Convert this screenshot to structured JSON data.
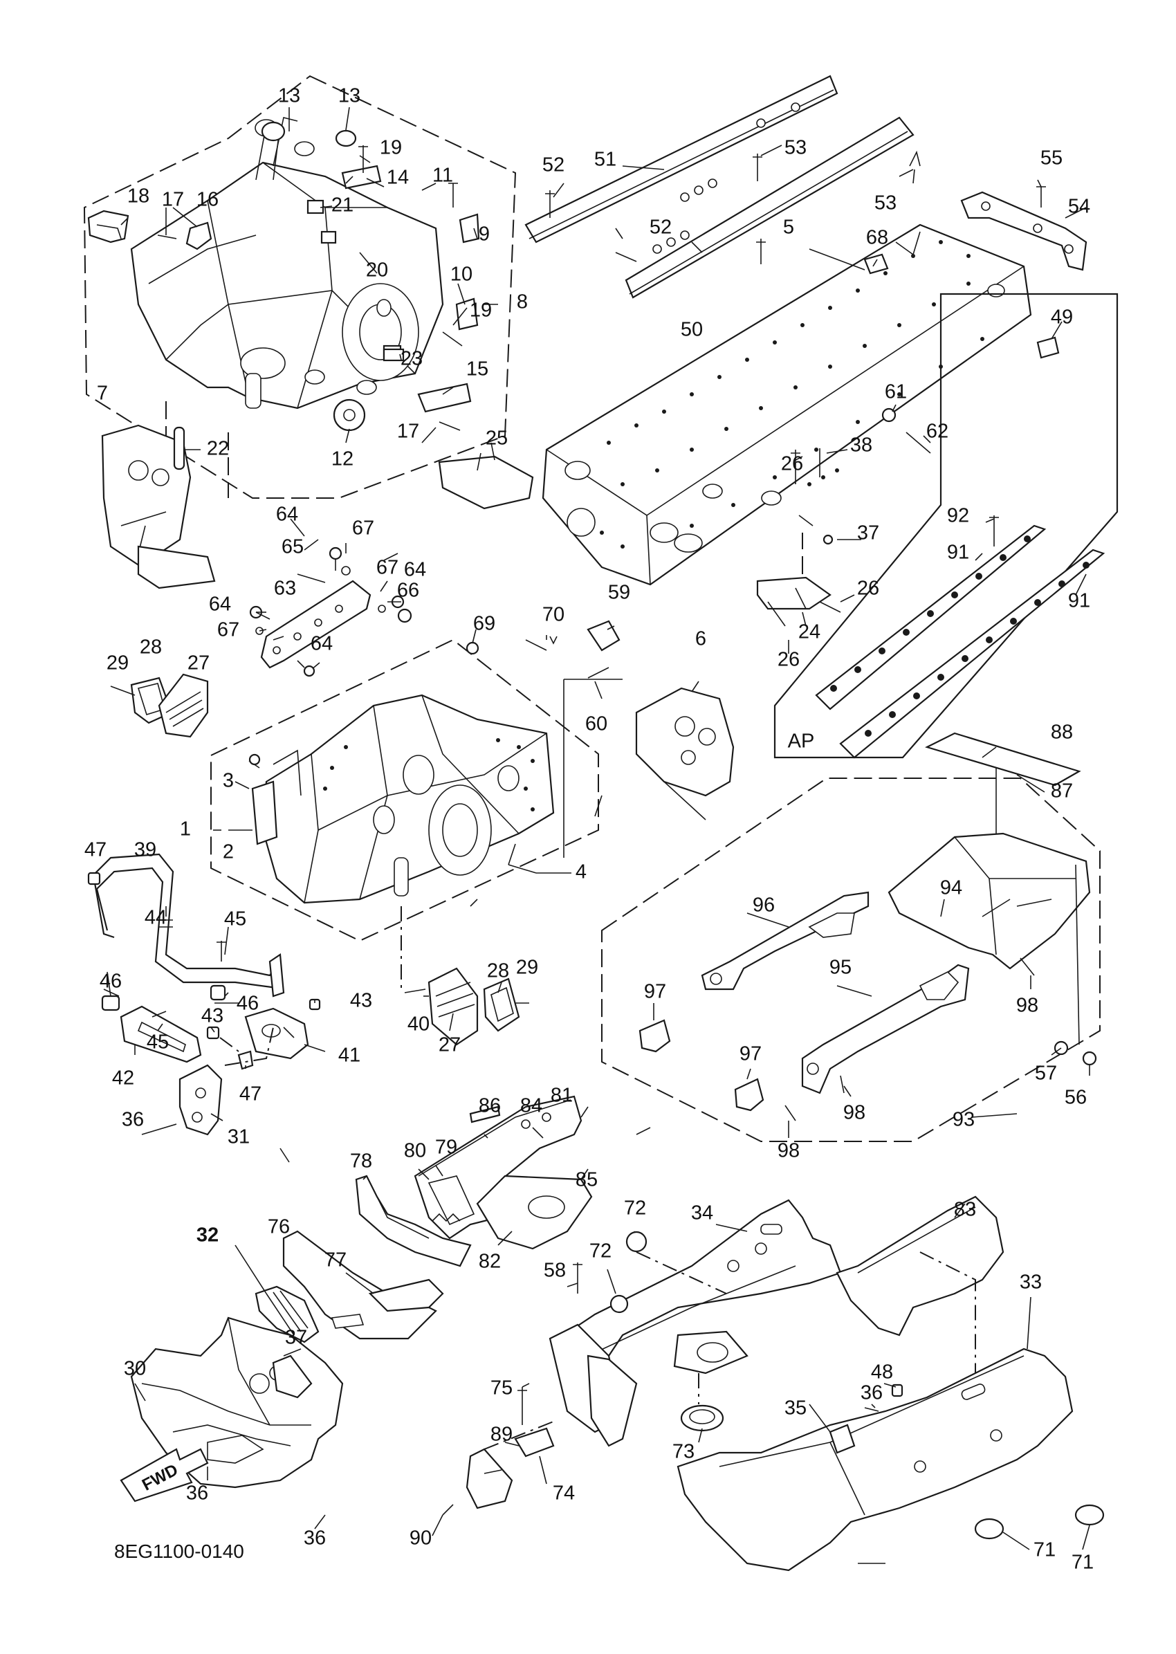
{
  "diagram": {
    "code": "8EG1100-0140",
    "fwd": "FWD",
    "ap": "AP",
    "labels": {
      "n1": "1",
      "n2": "2",
      "n3": "3",
      "n4": "4",
      "n5": "5",
      "n6": "6",
      "n7": "7",
      "n8": "8",
      "n9": "9",
      "n10": "10",
      "n11": "11",
      "n12": "12",
      "n13a": "13",
      "n13b": "13",
      "n14": "14",
      "n15": "15",
      "n16": "16",
      "n17a": "17",
      "n17b": "17",
      "n18": "18",
      "n19a": "19",
      "n19b": "19",
      "n20": "20",
      "n21": "21",
      "n22": "22",
      "n23": "23",
      "n24": "24",
      "n25": "25",
      "n26a": "26",
      "n26b": "26",
      "n26c": "26",
      "n27a": "27",
      "n27b": "27",
      "n28a": "28",
      "n28b": "28",
      "n29a": "29",
      "n29b": "29",
      "n30": "30",
      "n31": "31",
      "n32": "32",
      "n33": "33",
      "n34": "34",
      "n35": "35",
      "n36a": "36",
      "n36b": "36",
      "n36c": "36",
      "n36d": "36",
      "n37a": "37",
      "n37b": "37",
      "n38": "38",
      "n39": "39",
      "n40": "40",
      "n41": "41",
      "n42": "42",
      "n43a": "43",
      "n43b": "43",
      "n44": "44",
      "n45a": "45",
      "n45b": "45",
      "n46a": "46",
      "n46b": "46",
      "n47a": "47",
      "n47b": "47",
      "n48": "48",
      "n49": "49",
      "n50": "50",
      "n51": "51",
      "n52a": "52",
      "n52b": "52",
      "n53a": "53",
      "n53b": "53",
      "n54": "54",
      "n55": "55",
      "n56": "56",
      "n57": "57",
      "n58": "58",
      "n59": "59",
      "n60": "60",
      "n61": "61",
      "n62": "62",
      "n63": "63",
      "n64a": "64",
      "n64b": "64",
      "n64c": "64",
      "n64d": "64",
      "n65": "65",
      "n66": "66",
      "n67a": "67",
      "n67b": "67",
      "n67c": "67",
      "n68": "68",
      "n69": "69",
      "n70": "70",
      "n71a": "71",
      "n71b": "71",
      "n72a": "72",
      "n72b": "72",
      "n73": "73",
      "n74": "74",
      "n75": "75",
      "n76": "76",
      "n77": "77",
      "n78": "78",
      "n79": "79",
      "n80": "80",
      "n81": "81",
      "n82": "82",
      "n83": "83",
      "n84": "84",
      "n85": "85",
      "n86": "86",
      "n87": "87",
      "n88": "88",
      "n89": "89",
      "n90": "90",
      "n91a": "91",
      "n91b": "91",
      "n92": "92",
      "n93": "93",
      "n94": "94",
      "n95": "95",
      "n96": "96",
      "n97a": "97",
      "n97b": "97",
      "n98a": "98",
      "n98b": "98",
      "n98c": "98"
    }
  }
}
